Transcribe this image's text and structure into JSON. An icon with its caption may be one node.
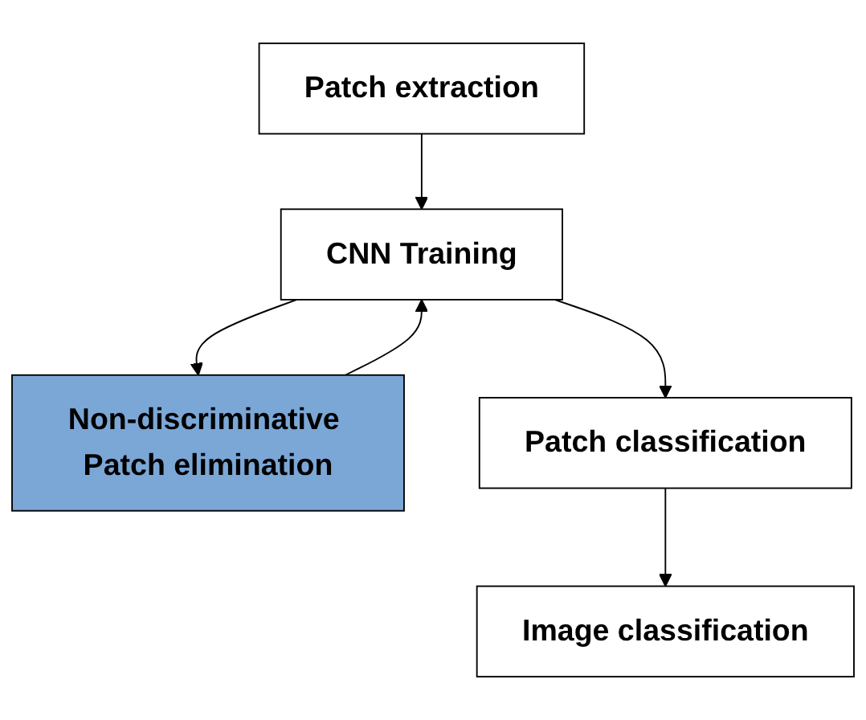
{
  "diagram": {
    "nodes": [
      {
        "text": [
          "Patch extraction"
        ]
      },
      {
        "text": [
          "CNN Training"
        ]
      },
      {
        "text": [
          "Non-discriminative Patch elimination"
        ]
      },
      {
        "text": [
          "Patch classification"
        ]
      },
      {
        "text": [
          "Image classification"
        ]
      }
    ],
    "edges": [
      {
        "from": 0,
        "to": 1,
        "arrow": "to"
      },
      {
        "from": 1,
        "to": 2,
        "arrow": "to"
      },
      {
        "from": 2,
        "to": 1,
        "arrow": "to"
      },
      {
        "from": 1,
        "to": 3,
        "arrow": "to"
      },
      {
        "from": 3,
        "to": 4,
        "arrow": "to"
      }
    ]
  }
}
